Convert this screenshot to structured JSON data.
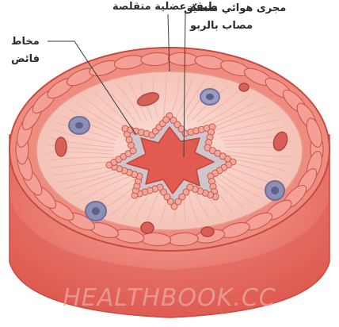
{
  "labels": {
    "muscle_layer": "طبقة عضلية متقلصة",
    "airway_line1": "مجرى هوائي متضيّق",
    "airway_line2": "مصاب بالربو",
    "mucus_line1": "مخاط",
    "mucus_line2": "فائض"
  },
  "watermark": "HEALTHBOOK.CC",
  "colors": {
    "tube_outer": "#e45f55",
    "tube_top": "#f9c3b6",
    "muscle_band": "#f08a7e",
    "muscle_cell": "#f4a096",
    "tissue": "#f7cfc4",
    "mucus": "#cfc6cc",
    "lumen": "#e25b50",
    "vessel_blue": "#8e8fb5",
    "vessel_red": "#d86058",
    "label_text": "#2b2b2b",
    "watermark": "#e9a9a3"
  }
}
